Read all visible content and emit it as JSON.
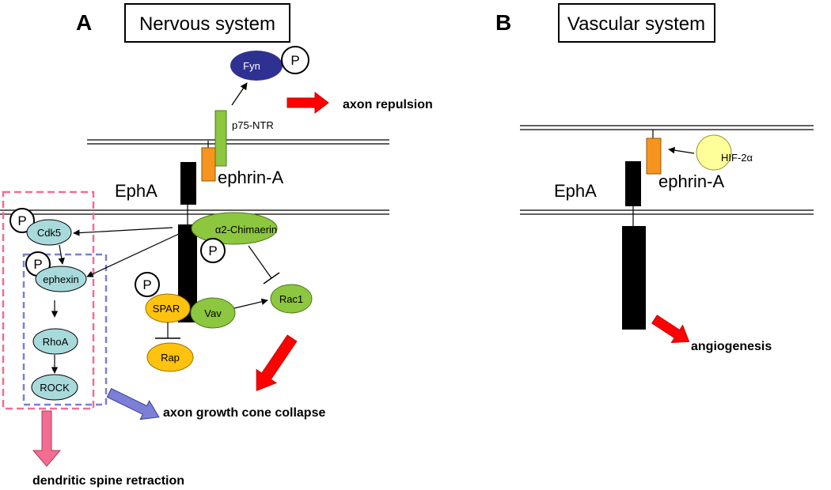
{
  "panelA": {
    "letter": "A",
    "title": "Nervous system",
    "fyn": "Fyn",
    "p75": "p75-NTR",
    "ephrin": "ephrin-A",
    "epha": "EphA",
    "chimaerin": "α2-Chimaerin",
    "cdk5": "Cdk5",
    "ephexin": "ephexin",
    "rhoa": "RhoA",
    "rock": "ROCK",
    "spar": "SPAR",
    "vav": "Vav",
    "rac1": "Rac1",
    "rap": "Rap",
    "phospho": "P",
    "axon_repulsion": "axon repulsion",
    "growth_cone_collapse": "axon growth cone collapse",
    "spine_retraction": "dendritic spine retraction"
  },
  "panelB": {
    "letter": "B",
    "title": "Vascular system",
    "hif": "HIF-2α",
    "ephrin": "ephrin-A",
    "epha": "EphA",
    "angiogenesis": "angiogenesis"
  },
  "colors": {
    "fyn": "#2e3192",
    "p75": "#8dc63f",
    "ephrin": "#f7941d",
    "receptor": "#000000",
    "green_node": "#8dc63f",
    "cyan_node": "#a8dadc",
    "yellow_node": "#ffc20e",
    "hif": "#ffff99",
    "red_arrow": "#ff0000",
    "blue_arrow": "#7b7fd6",
    "pink_arrow": "#f26d91",
    "pink_box": "#f26d91",
    "blue_box": "#7b7fd6"
  }
}
